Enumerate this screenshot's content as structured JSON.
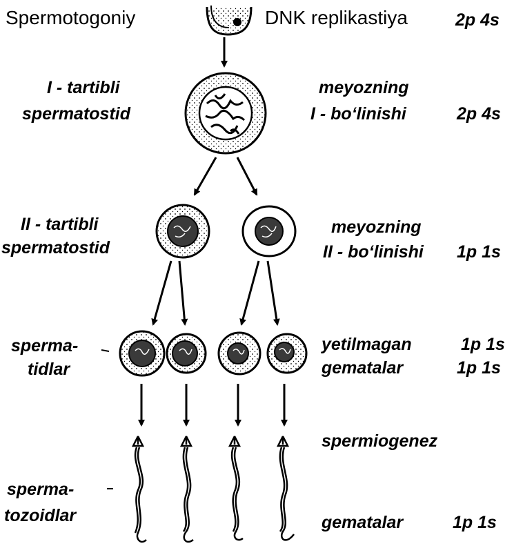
{
  "rows": {
    "spermatogonia": {
      "left": "Spermotogoniy",
      "right": "DNK replikastiya",
      "ploidy": "2p 4s"
    },
    "primary": {
      "left_line1": "I - tartibli",
      "left_line2": "spermatostid",
      "right_line1": "meyozning",
      "right_line2": "I - bo‘linishi",
      "ploidy": "2p 4s"
    },
    "secondary": {
      "left_line1": "II - tartibli",
      "left_line2": "spermatostid",
      "right_line1": "meyozning",
      "right_line2": "II - bo‘linishi",
      "ploidy": "1p 1s"
    },
    "spermatids": {
      "left_line1": "sperma-",
      "left_line2": "tidlar",
      "right_line1": "yetilmagan",
      "right_line2": "gematalar",
      "ploidy_line1": "1p 1s",
      "ploidy_line2": "1p 1s"
    },
    "spermiogenesis": {
      "right": "spermiogenez"
    },
    "spermatozoa": {
      "left_line1": "sperma-",
      "left_line2": "tozoidlar",
      "right": "gematalar",
      "ploidy": "1p 1s"
    }
  },
  "colors": {
    "ink": "#000000",
    "nucleus": "#3a3a3a",
    "paper": "#ffffff"
  }
}
